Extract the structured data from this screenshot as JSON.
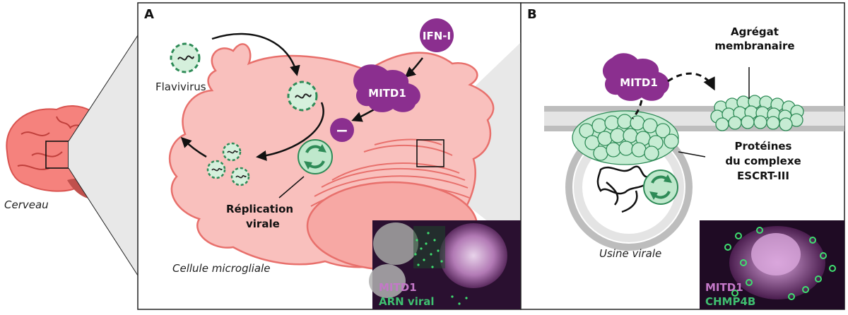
{
  "panel_a": {
    "letter": "A",
    "virus_label": "Flavivirus",
    "interferon": "IFN-I",
    "protein": "MITD1",
    "inhibit_sign": "−",
    "replication_line1": "Réplication",
    "replication_line2": "virale",
    "cell_label": "Cellule microgliale",
    "inset_label_1": "MITD1",
    "inset_label_2": "ARN viral"
  },
  "brain_label": "Cerveau",
  "panel_b": {
    "letter": "B",
    "aggregate_line1": "Agrégat",
    "aggregate_line2": "membranaire",
    "protein": "MITD1",
    "escrt_line1": "Protéines",
    "escrt_line2": "du complexe",
    "escrt_line3": "ESCRT-III",
    "factory_label": "Usine virale",
    "inset_label_1": "MITD1",
    "inset_label_2": "CHMP4B"
  },
  "colors": {
    "cell_fill": "#f9c0bd",
    "cell_stroke": "#e8706c",
    "virus_green": "#2e8b57",
    "virus_fill": "#d5f0dc",
    "protein_purple": "#8b2f8f",
    "bubble_green": "#bfe8cc",
    "label_purple": "#c478c8",
    "label_green": "#3fbf70"
  }
}
